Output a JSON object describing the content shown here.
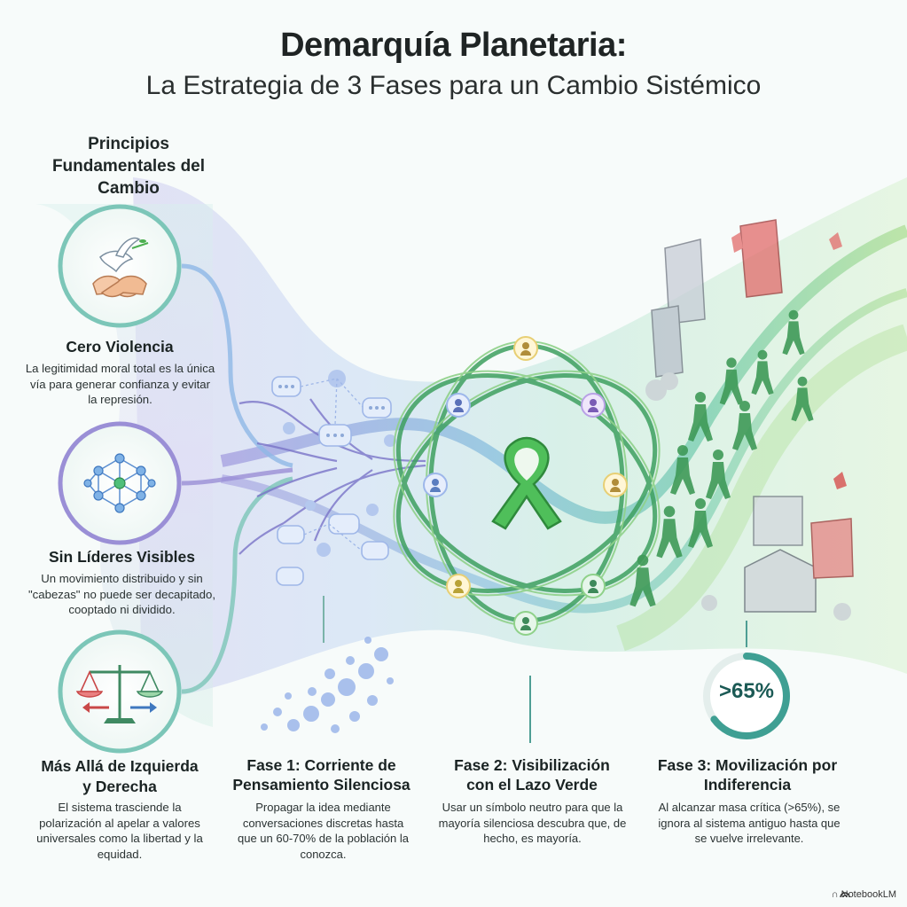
{
  "header": {
    "title": "Demarquía Planetaria:",
    "subtitle": "La Estrategia de 3 Fases para un Cambio Sistémico"
  },
  "principles": {
    "heading": "Principios Fundamentales del Cambio",
    "items": [
      {
        "title": "Cero Violencia",
        "description": "La legitimidad moral total es la única vía para generar confianza y evitar la represión.",
        "icon": "dove-handshake-icon"
      },
      {
        "title": "Sin Líderes Visibles",
        "description": "Un movimiento distribuido y sin \"cabezas\" no puede ser decapitado, cooptado ni dividido.",
        "icon": "network-nodes-icon"
      },
      {
        "title": "Más Allá de Izquierda y Derecha",
        "description": "El sistema trasciende la polarización al apelar a valores universales como la libertad y la equidad.",
        "icon": "balance-scale-icon"
      }
    ]
  },
  "phases": [
    {
      "title": "Fase 1: Corriente de Pensamiento Silenciosa",
      "description": "Propagar la idea mediante conversaciones discretas hasta que un 60-70% de la población la conozca."
    },
    {
      "title": "Fase 2: Visibilización con el Lazo Verde",
      "description": "Usar un símbolo neutro para que la mayoría silenciosa descubra que, de hecho, es mayoría."
    },
    {
      "title": "Fase 3: Movilización por Indiferencia",
      "description": "Al alcanzar masa crítica (>65%), se ignora al sistema antiguo hasta que se vuelve irrelevante."
    }
  ],
  "critical_mass": {
    "label": ">65%",
    "value": 65
  },
  "brand": "NotebookLM",
  "colors": {
    "teal": "#3f9f93",
    "green": "#4caf50",
    "lavender": "#9a8fd6",
    "blue": "#6aa6e0",
    "red": "#d64545"
  }
}
